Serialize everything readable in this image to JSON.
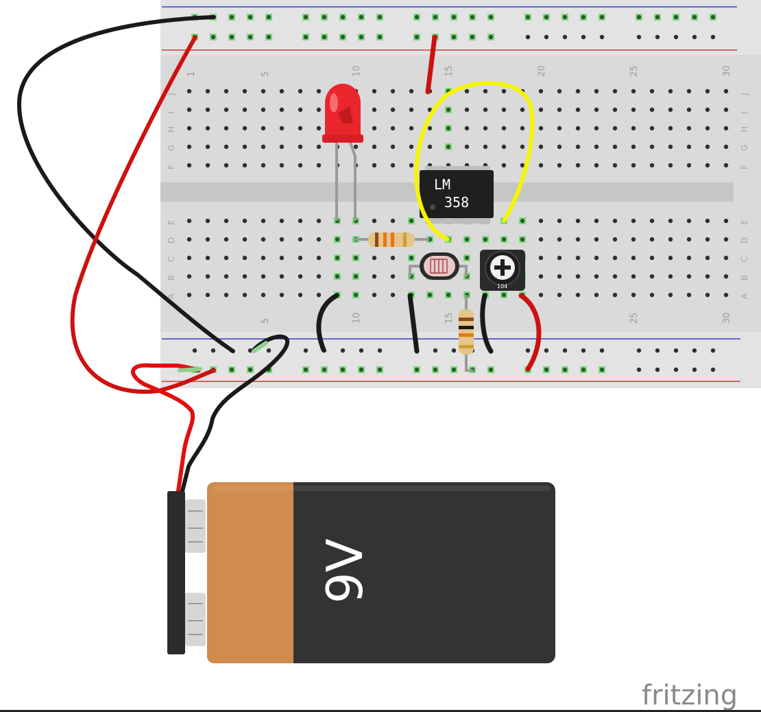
{
  "breadboard": {
    "top_column_numbers": [
      "1",
      "5",
      "10",
      "15",
      "20",
      "25",
      "30"
    ],
    "bottom_column_numbers": [
      "5",
      "10",
      "15",
      "25",
      "30"
    ],
    "row_labels_top": [
      "J",
      "I",
      "H",
      "G",
      "F"
    ],
    "row_labels_bottom": [
      "E",
      "D",
      "C",
      "B",
      "A"
    ],
    "colors": {
      "board": "#d9d9d9",
      "hole": "#2f2f2f",
      "connected": "#7fd97f",
      "blue_rail": "#3a3ad0",
      "red_rail": "#d03a3a"
    }
  },
  "chip": {
    "line1": "LM",
    "line2": "358"
  },
  "potentiometer": {
    "marking": "104"
  },
  "battery": {
    "label": "9V",
    "colors": {
      "body": "#333333",
      "band": "#d08b4f",
      "terminal_cap": "#2b2b2b"
    }
  },
  "logo": {
    "text": "fritzing"
  },
  "wire_colors": {
    "red": "#cc1111",
    "black": "#1a1a1a",
    "yellow": "#f5f500",
    "gray_lead": "#9a9a9a"
  }
}
